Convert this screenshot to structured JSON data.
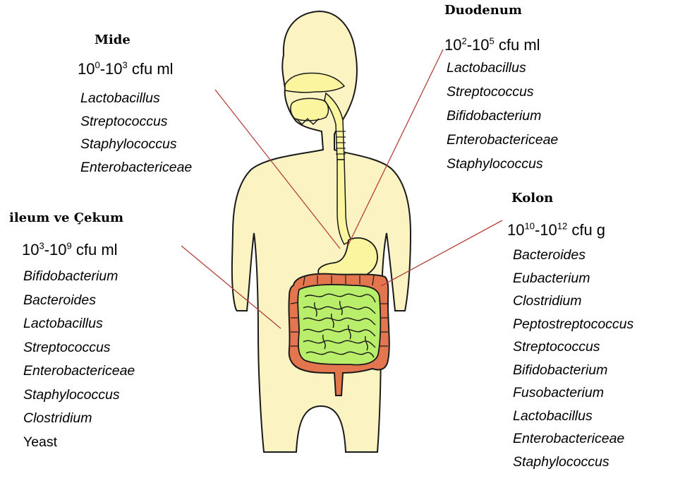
{
  "colors": {
    "body": "#fbf4c2",
    "stomach": "#fbf5a0",
    "small_intestine": "#b9ee6a",
    "colon": "#e3764f",
    "outline": "#1a1a1a",
    "leader": "#b5413a"
  },
  "regions": {
    "mide": {
      "name": "Mide",
      "count": {
        "a_base": "10",
        "a_exp": "0",
        "sep": "-",
        "b_base": "10",
        "b_exp": "3",
        "unit": " cfu ml"
      },
      "organisms": [
        "Lactobacillus",
        "Streptococcus",
        "Staphylococcus",
        "Enterobactericeae"
      ]
    },
    "duodenum": {
      "name": "Duodenum",
      "count": {
        "a_base": "10",
        "a_exp": "2",
        "sep": "-",
        "b_base": "10",
        "b_exp": "5",
        "unit": " cfu ml"
      },
      "organisms": [
        "Lactobacillus",
        "Streptococcus",
        "Bifidobacterium",
        "Enterobactericeae",
        "Staphylococcus"
      ]
    },
    "ileum": {
      "name": "ileum ve Çekum",
      "count": {
        "a_base": "10",
        "a_exp": "3",
        "sep": "-",
        "b_base": "10",
        "b_exp": "9",
        "unit": " cfu ml"
      },
      "organisms": [
        "Bifidobacterium",
        "Bacteroides",
        "Lactobacillus",
        "Streptococcus",
        "Enterobactericeae",
        "Staphylococcus",
        "Clostridium",
        "Yeast"
      ]
    },
    "kolon": {
      "name": "Kolon",
      "count": {
        "a_base": "10",
        "a_exp": "10",
        "sep": "-",
        "b_base": "10",
        "b_exp": "12",
        "unit": " cfu g"
      },
      "organisms": [
        "Bacteroides",
        "Eubacterium",
        "Clostridium",
        "Peptostreptococcus",
        "Streptococcus",
        "Bifidobacterium",
        "Fusobacterium",
        "Lactobacillus",
        "Enterobactericeae",
        "Staphylococcus"
      ]
    }
  }
}
